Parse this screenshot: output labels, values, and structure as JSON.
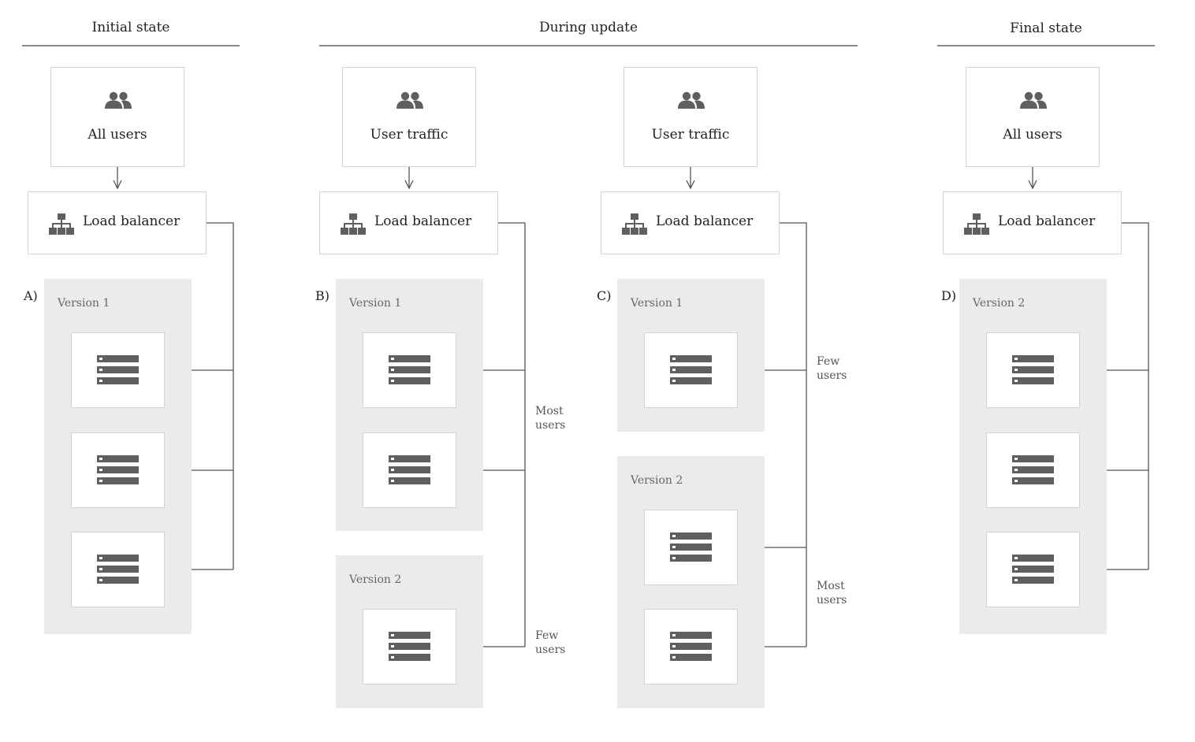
{
  "headers": {
    "initial": "Initial state",
    "during": "During update",
    "final": "Final state"
  },
  "panels": {
    "a": {
      "letter": "A)",
      "source": "All users",
      "balancer": "Load balancer",
      "groups": [
        {
          "label": "Version 1",
          "servers": 3
        }
      ]
    },
    "b": {
      "letter": "B)",
      "source": "User traffic",
      "balancer": "Load balancer",
      "groups": [
        {
          "label": "Version 1",
          "servers": 2
        },
        {
          "label": "Version 2",
          "servers": 1
        }
      ],
      "notes": {
        "upper": "Most users",
        "upper_line1": "Most",
        "upper_line2": "users",
        "lower_line1": "Few",
        "lower_line2": "users"
      }
    },
    "c": {
      "letter": "C)",
      "source": "User traffic",
      "balancer": "Load balancer",
      "groups": [
        {
          "label": "Version 1",
          "servers": 1
        },
        {
          "label": "Version 2",
          "servers": 2
        }
      ],
      "notes": {
        "upper_line1": "Few",
        "upper_line2": "users",
        "lower_line1": "Most",
        "lower_line2": "users"
      }
    },
    "d": {
      "letter": "D)",
      "source": "All users",
      "balancer": "Load balancer",
      "groups": [
        {
          "label": "Version 2",
          "servers": 3
        }
      ]
    }
  },
  "icons": {
    "users": "users-icon",
    "balancer": "load-balancer-icon",
    "server": "server-icon"
  },
  "colors": {
    "icon": "#5f5f5f",
    "group_background": "#ebebed",
    "line": "#555555"
  }
}
